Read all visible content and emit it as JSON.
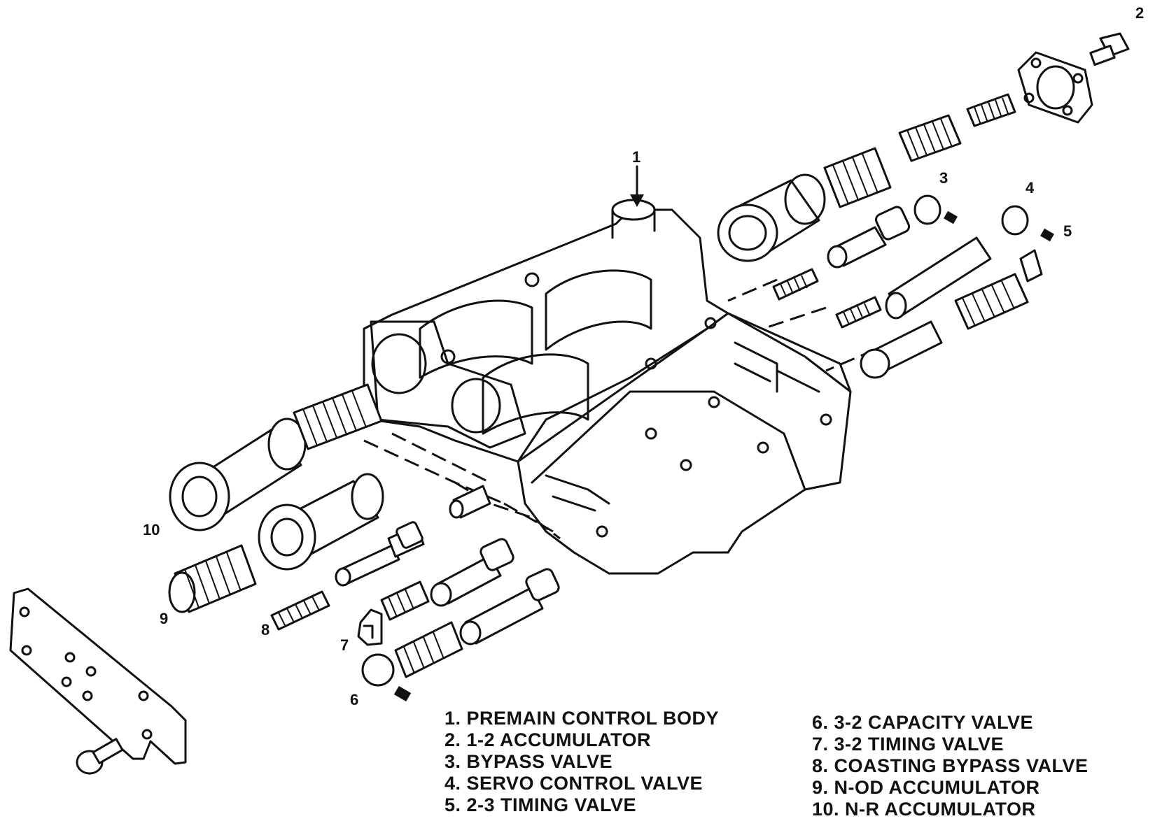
{
  "callouts": {
    "n1": "1",
    "n2": "2",
    "n3": "3",
    "n4": "4",
    "n5": "5",
    "n6": "6",
    "n7": "7",
    "n8": "8",
    "n9": "9",
    "n10": "10"
  },
  "legend_left": [
    "1. PREMAIN CONTROL BODY",
    "2. 1-2 ACCUMULATOR",
    "3. BYPASS VALVE",
    "4. SERVO CONTROL VALVE",
    "5. 2-3 TIMING VALVE"
  ],
  "legend_right": [
    "6. 3-2 CAPACITY VALVE",
    "7. 3-2 TIMING VALVE",
    "8. COASTING BYPASS VALVE",
    "9. N-OD ACCUMULATOR",
    "10. N-R ACCUMULATOR"
  ]
}
